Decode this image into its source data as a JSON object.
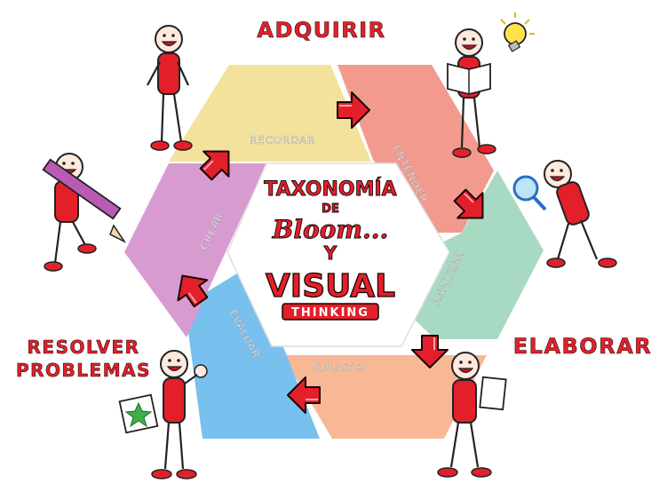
{
  "corner_labels": {
    "adquirir": "ADQUIRIR",
    "elaborar": "ELABORAR",
    "resolver_line1": "RESOLVER",
    "resolver_line2": "PROBLEMAS"
  },
  "segments": {
    "recordar": "RECORDAR",
    "entender": "ENTENDER",
    "analizar": "ANALIZAR",
    "aplicar": "APLICAR",
    "evaluar": "EVALUAR",
    "crear": "CREAR"
  },
  "center": {
    "line1": "TAXONOMÍA",
    "line2": "DE",
    "line3": "Bloom...",
    "line4": "Y",
    "line5": "VISUAL",
    "line6": "THINKING"
  },
  "colors": {
    "recordar": "#f3e29c",
    "entender": "#f39a8e",
    "analizar": "#a8d9c2",
    "aplicar": "#f8b896",
    "evaluar": "#78c0ee",
    "crear": "#d89bd0",
    "arrow": "#e3202a",
    "character": "#e3202a"
  },
  "icons": [
    "lightbulb-icon",
    "magnifier-icon",
    "pencil-icon",
    "star-sheet-icon",
    "book-icon",
    "paper-icon",
    "thumbs-up-icon"
  ]
}
